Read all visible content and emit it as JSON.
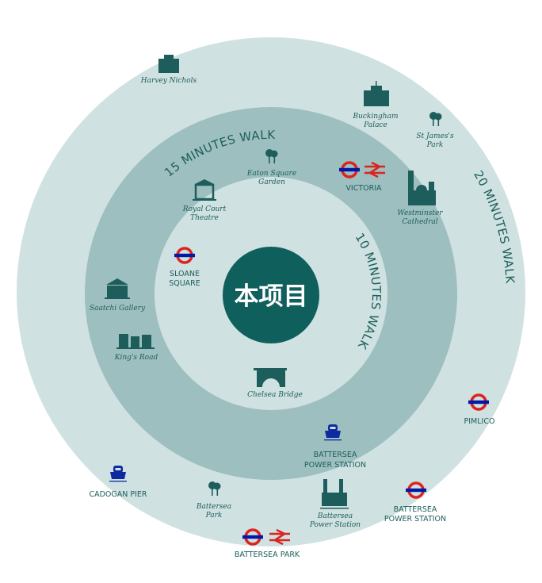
{
  "center_label": "本项目",
  "rings": {
    "inner": "10 MINUTES WALK",
    "middle": "15 MINUTES WALK",
    "outer": "20 MINUTES WALK"
  },
  "colors": {
    "outer_ring": "#cfe1e1",
    "middle_ring": "#9ebfbf",
    "inner_ring": "#cfe1e1",
    "center": "#0f5f5c",
    "text": "#1d5e5c",
    "tube_red": "#dc241f",
    "tube_blue": "#0019a8",
    "boat": "#0d2aa0"
  },
  "landmarks": {
    "harvey_nichols": [
      "Harvey Nichols"
    ],
    "buckingham_palace": [
      "Buckingham",
      "Palace"
    ],
    "st_james_park": [
      "St James's",
      "Park"
    ],
    "eaton_square": [
      "Eaton Square",
      "Garden"
    ],
    "westminster_cathedral": [
      "Westminster",
      "Cathedral"
    ],
    "royal_court": [
      "Royal Court",
      "Theatre"
    ],
    "saatchi": [
      "Saatchi Gallery"
    ],
    "kings_road": [
      "King's Road"
    ],
    "chelsea_bridge": [
      "Chelsea Bridge"
    ],
    "battersea_park": [
      "Battersea",
      "Park"
    ],
    "battersea_ps": [
      "Battersea",
      "Power Station"
    ]
  },
  "stations": {
    "victoria": [
      "VICTORIA"
    ],
    "sloane_square": [
      "SLOANE",
      "SQUARE"
    ],
    "pimlico": [
      "PIMLICO"
    ],
    "battersea_ps_tube": [
      "BATTERSEA",
      "POWER STATION"
    ],
    "battersea_park_rail": [
      "BATTERSEA PARK"
    ]
  },
  "piers": {
    "battersea_ps_pier": [
      "BATTERSEA",
      "POWER STATION"
    ],
    "cadogan": [
      "CADOGAN PIER"
    ]
  }
}
